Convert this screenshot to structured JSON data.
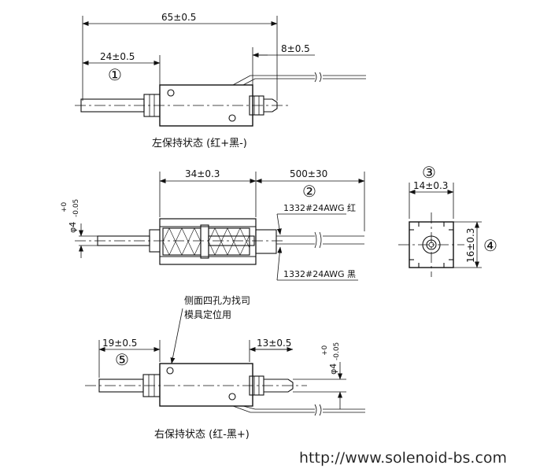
{
  "views": {
    "left_hold": {
      "dim_total": "65±0.5",
      "dim_left": "24±0.5",
      "dim_right": "8±0.5",
      "marker": "①",
      "caption": "左保持状态 (红+黑-)"
    },
    "section": {
      "dim_body": "34±0.3",
      "dim_lead": "500±30",
      "marker": "②",
      "wire_top": "1332#24AWG 红",
      "wire_bottom": "1332#24AWG 黑",
      "dia": "φ4",
      "tol_upper": "+0",
      "tol_lower": "-0.05"
    },
    "end_view": {
      "marker": "③",
      "dim_width": "14±0.3",
      "dim_height": "16±0.3",
      "marker_height": "④"
    },
    "right_hold": {
      "note_line1": "侧面四孔为找司",
      "note_line2": "模具定位用",
      "dim_left": "19±0.5",
      "dim_right": "13±0.5",
      "marker": "⑤",
      "dia": "φ4",
      "tol_upper": "+0",
      "tol_lower": "-0.05",
      "caption": "右保持状态 (红-黑+)"
    }
  },
  "watermark": "http://www.solenoid-bs.com"
}
